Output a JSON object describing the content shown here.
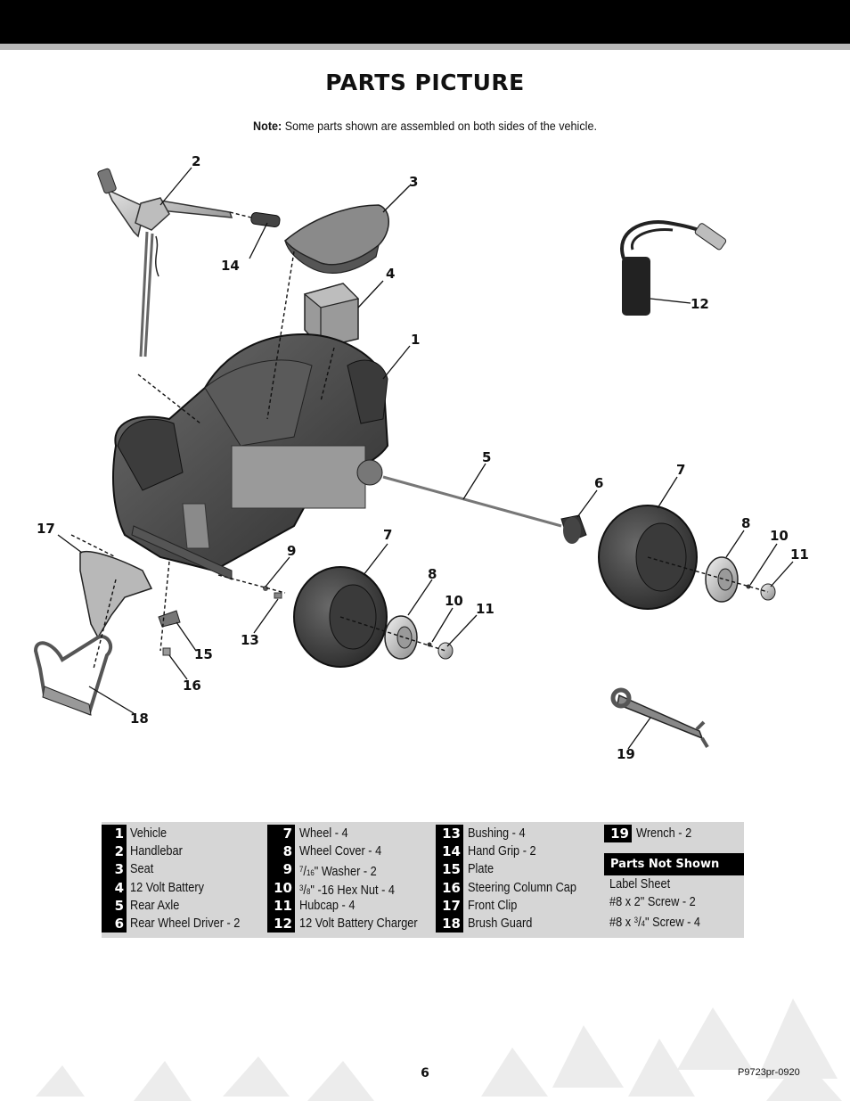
{
  "page": {
    "title": "PARTS PICTURE",
    "note_label": "Note:",
    "note_text": " Some parts shown are assembled on both sides of the vehicle.",
    "page_number": "6",
    "code": "P9723pr-0920"
  },
  "callouts": {
    "c1": "1",
    "c2": "2",
    "c3": "3",
    "c4": "4",
    "c5": "5",
    "c6": "6",
    "c7a": "7",
    "c7b": "7",
    "c8a": "8",
    "c8b": "8",
    "c9": "9",
    "c10a": "10",
    "c10b": "10",
    "c11a": "11",
    "c11b": "11",
    "c12": "12",
    "c13": "13",
    "c14": "14",
    "c15": "15",
    "c16": "16",
    "c17": "17",
    "c18": "18",
    "c19": "19"
  },
  "parts": {
    "p1": {
      "num": "1",
      "name": "Vehicle"
    },
    "p2": {
      "num": "2",
      "name": "Handlebar"
    },
    "p3": {
      "num": "3",
      "name": "Seat"
    },
    "p4": {
      "num": "4",
      "name": "12 Volt Battery"
    },
    "p5": {
      "num": "5",
      "name": " Rear Axle"
    },
    "p6": {
      "num": "6",
      "name": " Rear Wheel Driver - 2"
    },
    "p7": {
      "num": "7",
      "name": "Wheel - 4"
    },
    "p8": {
      "num": "8",
      "name": "Wheel Cover - 4"
    },
    "p9": {
      "num": "9",
      "name_sup": "7",
      "name_sub": "16",
      "name_rest": "\" Washer - 2"
    },
    "p10": {
      "num": "10",
      "name_sup": "3",
      "name_sub": "8",
      "name_rest": "\" -16 Hex Nut - 4"
    },
    "p11": {
      "num": "11",
      "name": "Hubcap - 4"
    },
    "p12": {
      "num": "12",
      "name": "12 Volt Battery Charger"
    },
    "p13": {
      "num": "13",
      "name": "Bushing - 4"
    },
    "p14": {
      "num": "14",
      "name": "Hand Grip - 2"
    },
    "p15": {
      "num": "15",
      "name": "Plate"
    },
    "p16": {
      "num": "16",
      "name": "Steering Column Cap"
    },
    "p17": {
      "num": "17",
      "name": "Front Clip"
    },
    "p18": {
      "num": "18",
      "name": "Brush Guard"
    },
    "p19": {
      "num": "19",
      "name": "Wrench - 2"
    }
  },
  "not_shown": {
    "heading": "Parts Not Shown",
    "item1": "Label Sheet",
    "item2": "#8 x 2\" Screw - 2",
    "item3_pre": "#8 x ",
    "item3_sup": "3",
    "item3_sub": "4",
    "item3_rest": "\" Screw - 4"
  },
  "colors": {
    "body": "#4a4a4a",
    "table_bg": "#d6d6d6",
    "bar": "#000000",
    "rule": "#b8b8b8"
  }
}
